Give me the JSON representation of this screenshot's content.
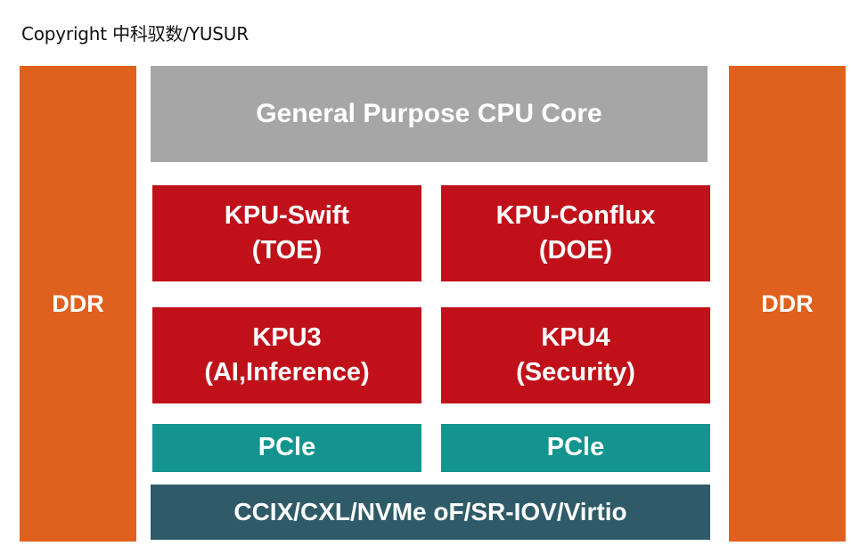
{
  "header": {
    "copyright": "Copyright 中科驭数/YUSUR"
  },
  "colors": {
    "ddr": "#E0611D",
    "cpu": "#A6A6A6",
    "kpu": "#C0111A",
    "pcie": "#13948E",
    "bus": "#2E5B67",
    "text": "#FFFFFF"
  },
  "diagram": {
    "ddr_left": "DDR",
    "ddr_right": "DDR",
    "cpu_core": "General Purpose CPU Core",
    "kpu_swift": {
      "name": "KPU-Swift",
      "role": "(TOE)"
    },
    "kpu_conflux": {
      "name": "KPU-Conflux",
      "role": "(DOE)"
    },
    "kpu3": {
      "name": "KPU3",
      "role": "(AI,Inference)"
    },
    "kpu4": {
      "name": "KPU4",
      "role": "(Security)"
    },
    "pcie_left": "PCle",
    "pcie_right": "PCle",
    "interconnect": "CCIX/CXL/NVMe oF/SR-IOV/Virtio"
  }
}
